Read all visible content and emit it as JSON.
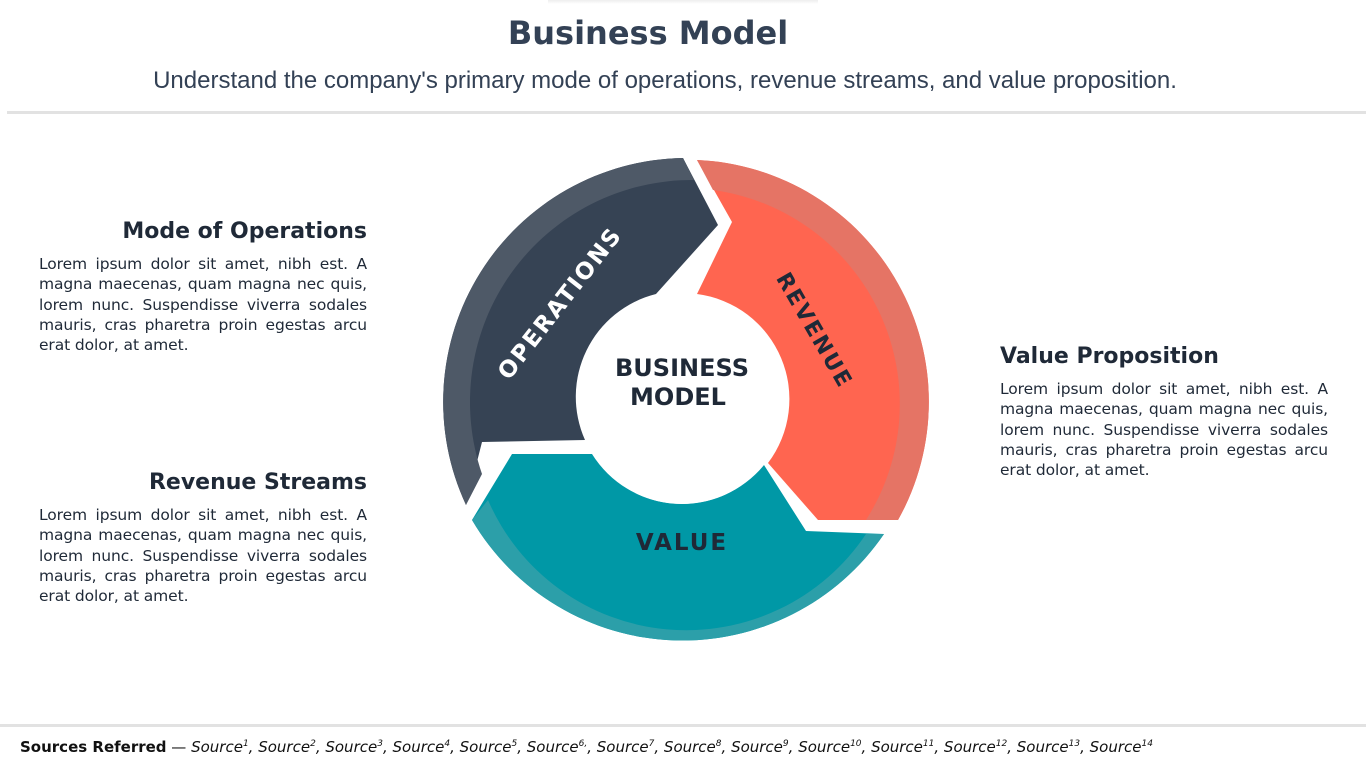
{
  "header": {
    "title": "Business Model",
    "subtitle": "Understand the company's primary mode of operations, revenue streams, and value proposition."
  },
  "blocks": {
    "mode": {
      "title": "Mode of Operations",
      "body": "Lorem ipsum dolor sit amet, nibh est. A magna maecenas, quam magna nec quis, lorem nunc. Suspendisse viverra sodales mauris, cras pharetra proin egestas arcu erat dolor, at amet."
    },
    "revenue": {
      "title": "Revenue Streams",
      "body": "Lorem ipsum dolor sit amet, nibh est. A magna maecenas, quam magna nec quis, lorem nunc. Suspendisse viverra sodales mauris, cras pharetra proin egestas arcu erat dolor, at amet."
    },
    "value": {
      "title": "Value Proposition",
      "body": "Lorem ipsum dolor sit amet, nibh est. A magna maecenas, quam magna nec quis, lorem nunc. Suspendisse viverra sodales mauris, cras pharetra proin egestas arcu erat dolor, at amet."
    }
  },
  "diagram": {
    "center_line1": "BUSINESS",
    "center_line2": "MODEL",
    "segments": {
      "operations": "OPERATIONS",
      "revenue": "REVENUE",
      "value": "VALUE"
    },
    "colors": {
      "operations": "#364354",
      "operations_rim": "#4e5967",
      "revenue": "#ff6550",
      "revenue_rim": "#e57465",
      "value": "#0098a6",
      "value_rim": "#2c9fa9"
    }
  },
  "footer": {
    "label": "Sources Referred",
    "separator": " — ",
    "sources": [
      "Source",
      "Source",
      "Source",
      "Source",
      "Source",
      "Source",
      "Source",
      "Source",
      "Source",
      "Source",
      "Source",
      "Source",
      "Source",
      "Source"
    ],
    "sups": [
      "1",
      "2",
      "3",
      "4",
      "5",
      "6,",
      "7",
      "8",
      "9",
      "10",
      "11",
      "12",
      "13",
      "14"
    ]
  }
}
